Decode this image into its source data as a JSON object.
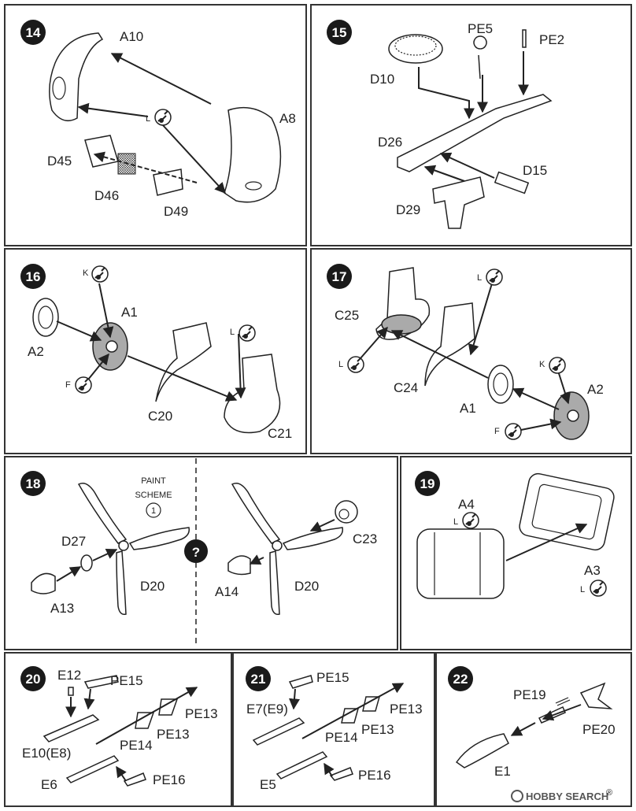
{
  "steps": {
    "s14": {
      "num": "14",
      "labels": {
        "a10": "A10",
        "a8": "A8",
        "d45": "D45",
        "d46": "D46",
        "d49": "D49",
        "glue": "L"
      }
    },
    "s15": {
      "num": "15",
      "labels": {
        "d10": "D10",
        "pe5": "PE5",
        "pe2": "PE2",
        "d26": "D26",
        "d15": "D15",
        "d29": "D29"
      }
    },
    "s16": {
      "num": "16",
      "labels": {
        "a2": "A2",
        "a1": "A1",
        "c20": "C20",
        "c21": "C21",
        "k": "K",
        "l": "L",
        "f": "F"
      }
    },
    "s17": {
      "num": "17",
      "labels": {
        "c25": "C25",
        "c24": "C24",
        "a1": "A1",
        "a2": "A2",
        "l1": "L",
        "l2": "L",
        "k": "K",
        "f": "F"
      }
    },
    "s18": {
      "num": "18",
      "labels": {
        "paint1": "PAINT",
        "paint2": "SCHEME",
        "paint_num": "1",
        "d27": "D27",
        "a13": "A13",
        "d20a": "D20",
        "c23": "C23",
        "a14": "A14",
        "d20b": "D20",
        "choice": "?"
      }
    },
    "s19": {
      "num": "19",
      "labels": {
        "a4": "A4",
        "a3": "A3",
        "l1": "L",
        "l2": "L"
      }
    },
    "s20": {
      "num": "20",
      "labels": {
        "e12": "E12",
        "pe15": "PE15",
        "pe13a": "PE13",
        "pe13b": "PE13",
        "pe14": "PE14",
        "e10": "E10(E8)",
        "e6": "E6",
        "pe16": "PE16"
      }
    },
    "s21": {
      "num": "21",
      "labels": {
        "pe15": "PE15",
        "e7": "E7(E9)",
        "pe13a": "PE13",
        "pe13b": "PE13",
        "pe14": "PE14",
        "e5": "E5",
        "pe16": "PE16"
      }
    },
    "s22": {
      "num": "22",
      "labels": {
        "pe19": "PE19",
        "pe20": "PE20",
        "e1": "E1"
      }
    }
  },
  "watermark": {
    "text": "HOBBY SEARCH",
    "reg": "®"
  }
}
